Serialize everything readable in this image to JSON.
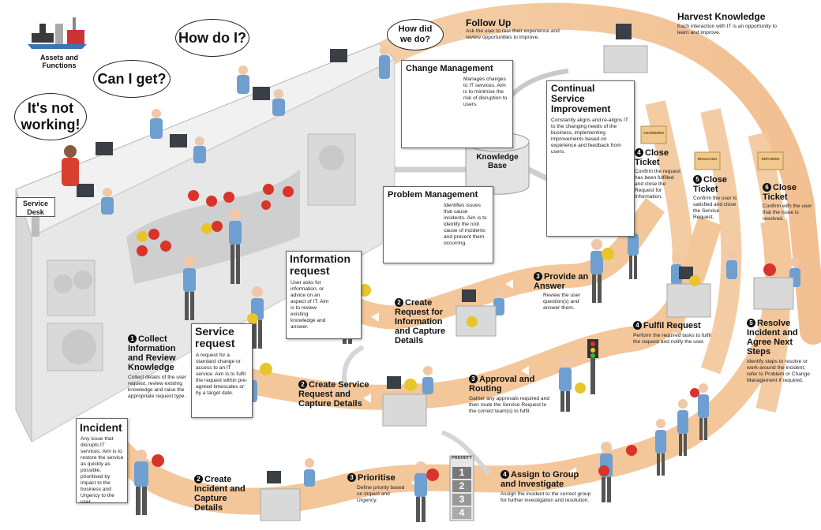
{
  "bubbles": {
    "how_do_i": "How do I?",
    "can_i_get": "Can I get?",
    "not_working": "It's not working!",
    "how_did_we_do": "How did we do?"
  },
  "assets": {
    "label": "Assets and Functions"
  },
  "service_desk": {
    "label": "Service Desk"
  },
  "follow_up": {
    "title": "Follow Up",
    "desc": "Ask the user to rate their experience and review opportunities to improve."
  },
  "harvest": {
    "title": "Harvest Knowledge",
    "desc": "Each interaction with IT is an opportunity to learn and improve."
  },
  "change_mgmt": {
    "title": "Change Management",
    "desc": "Manages changes to IT services. Aim is to minimise the risk of disruption to users."
  },
  "knowledge_base": {
    "label": "Knowledge Base"
  },
  "csi": {
    "title": "Continual Service Improvement",
    "desc": "Constantly aligns and re-aligns IT to the changing needs of the business, implementing improvements based on experience and feedback from users."
  },
  "problem_mgmt": {
    "title": "Problem Management",
    "desc": "Identifies issues that cause incidents. Aim is to identify the root cause of incidents and prevent them occurring."
  },
  "info_request": {
    "title": "Information request",
    "desc": "User asks for information, or advice on an aspect of IT. Aim is to review existing knowledge and answer."
  },
  "service_request": {
    "title": "Service request",
    "desc": "A request for a standard change or access to an IT service. Aim is to fulfil the request within pre-agreed timescales or by a target date."
  },
  "incident": {
    "title": "Incident",
    "desc": "Any issue that disrupts IT services. Aim is to restore the service as quickly as possible, prioritised by impact to the business and Urgency to the user."
  },
  "steps": {
    "collect": {
      "num": "1",
      "title": "Collect Information and Review Knowledge",
      "desc": "Collect details of the user request, review existing knowledge and raise the appropriate request type."
    },
    "create_info": {
      "num": "2",
      "title": "Create Request for Information and Capture Details"
    },
    "provide_answer": {
      "num": "3",
      "title": "Provide an Answer",
      "desc": "Review the user question(s) and answer them."
    },
    "close_info": {
      "num": "4",
      "title": "Close Ticket",
      "desc": "Confirm the request has been fulfilled and close the Request for Information."
    },
    "create_service": {
      "num": "2",
      "title": "Create Service Request and Capture Details"
    },
    "approval": {
      "num": "3",
      "title": "Approval and Routing",
      "desc": "Gather any approvals required and then route the Service Request to the correct team(s) to fulfil."
    },
    "fulfil": {
      "num": "4",
      "title": "Fulfil Request",
      "desc": "Perform the required tasks to fulfil the request and notify the user."
    },
    "close_service": {
      "num": "5",
      "title": "Close Ticket",
      "desc": "Confirm the user is satisfied and close the Service Request."
    },
    "create_incident": {
      "num": "2",
      "title": "Create Incident and Capture Details"
    },
    "prioritise": {
      "num": "3",
      "title": "Prioritise",
      "desc": "Define priority based on Impact and Urgency."
    },
    "assign": {
      "num": "4",
      "title": "Assign to Group and Investigate",
      "desc": "Assign the incident to the correct group for further investigation and resolution."
    },
    "resolve": {
      "num": "5",
      "title": "Resolve Incident and Agree Next Steps",
      "desc": "Identify steps to resolve or work-around the incident; refer to Problem or Change Management if required."
    },
    "close_incident": {
      "num": "6",
      "title": "Close Ticket",
      "desc": "Confirm with the user that the issue is resolved."
    }
  },
  "folders": {
    "info": "ANSWERED",
    "service": "RESOLVED",
    "incident": "REPAIRED"
  },
  "priority": {
    "label": "PRIORITY",
    "levels": [
      "1",
      "2",
      "3",
      "4"
    ]
  },
  "colors": {
    "path": "#f3c79a",
    "path_edge": "#e8a56a",
    "counter": "#e9e9e9",
    "shirt": "#6f9fd0"
  }
}
